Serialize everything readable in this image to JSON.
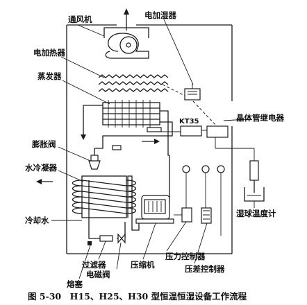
{
  "labels": {
    "fan": "通风机",
    "humidifier": "电加湿器",
    "heater": "电加热器",
    "evaporator": "蒸发器",
    "thermostat": "KT35",
    "relay": "晶体管继电器",
    "expansion_valve": "膨胀阀",
    "condenser": "水冷凝器",
    "cooling_water": "冷却水",
    "wet_bulb": "湿球温度计",
    "pressure_ctrl": "压力控制器",
    "diff_pressure_ctrl": "压差控制器",
    "fusible_plug": "熔塞",
    "filter": "过滤器",
    "solenoid_valve": "电磁阀",
    "compressor": "压缩机"
  },
  "caption": "图 5-30　H15、H25、H30 型恒温恒湿设备工作流程"
}
